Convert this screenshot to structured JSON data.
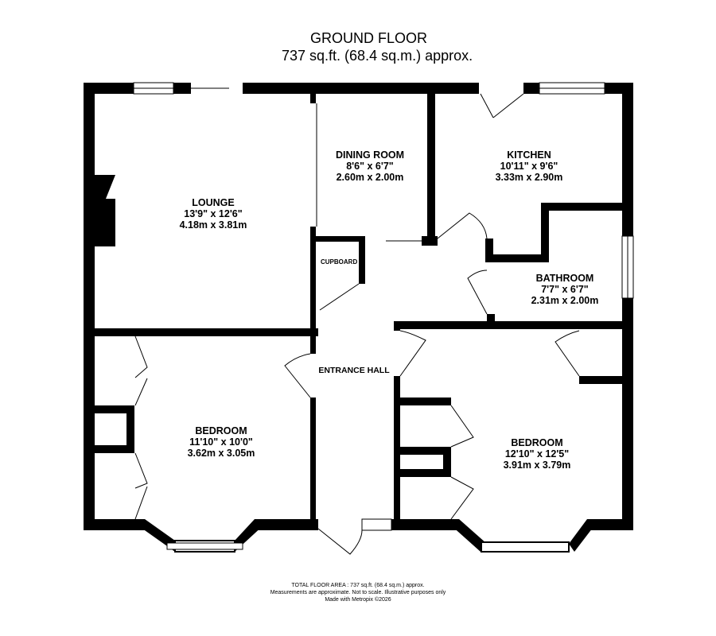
{
  "header": {
    "title": "GROUND FLOOR",
    "area": "737 sq.ft. (68.4 sq.m.) approx."
  },
  "rooms": {
    "lounge": {
      "name": "LOUNGE",
      "imperial": "13'9\"  x 12'6\"",
      "metric": "4.18m  x 3.81m"
    },
    "dining": {
      "name": "DINING ROOM",
      "imperial": "8'6\"  x 6'7\"",
      "metric": "2.60m  x 2.00m"
    },
    "kitchen": {
      "name": "KITCHEN",
      "imperial": "10'11\"  x 9'6\"",
      "metric": "3.33m  x 2.90m"
    },
    "bathroom": {
      "name": "BATHROOM",
      "imperial": "7'7\"  x 6'7\"",
      "metric": "2.31m  x 2.00m"
    },
    "bedroom1": {
      "name": "BEDROOM",
      "imperial": "11'10\"  x 10'0\"",
      "metric": "3.62m  x 3.05m"
    },
    "bedroom2": {
      "name": "BEDROOM",
      "imperial": "12'10\"  x 12'5\"",
      "metric": "3.91m  x 3.79m"
    },
    "hall": {
      "name": "ENTRANCE HALL"
    },
    "cupboard": {
      "name": "CUPBOARD"
    }
  },
  "footer": {
    "line1": "TOTAL FLOOR AREA : 737 sq.ft. (68.4 sq.m.) approx.",
    "line2": "Measurements are approximate.  Not to scale.  Illustrative purposes only",
    "line3": "Made with Metropix ©2026"
  },
  "colors": {
    "wall": "#000000",
    "background": "#ffffff",
    "window": "#ffffff"
  }
}
